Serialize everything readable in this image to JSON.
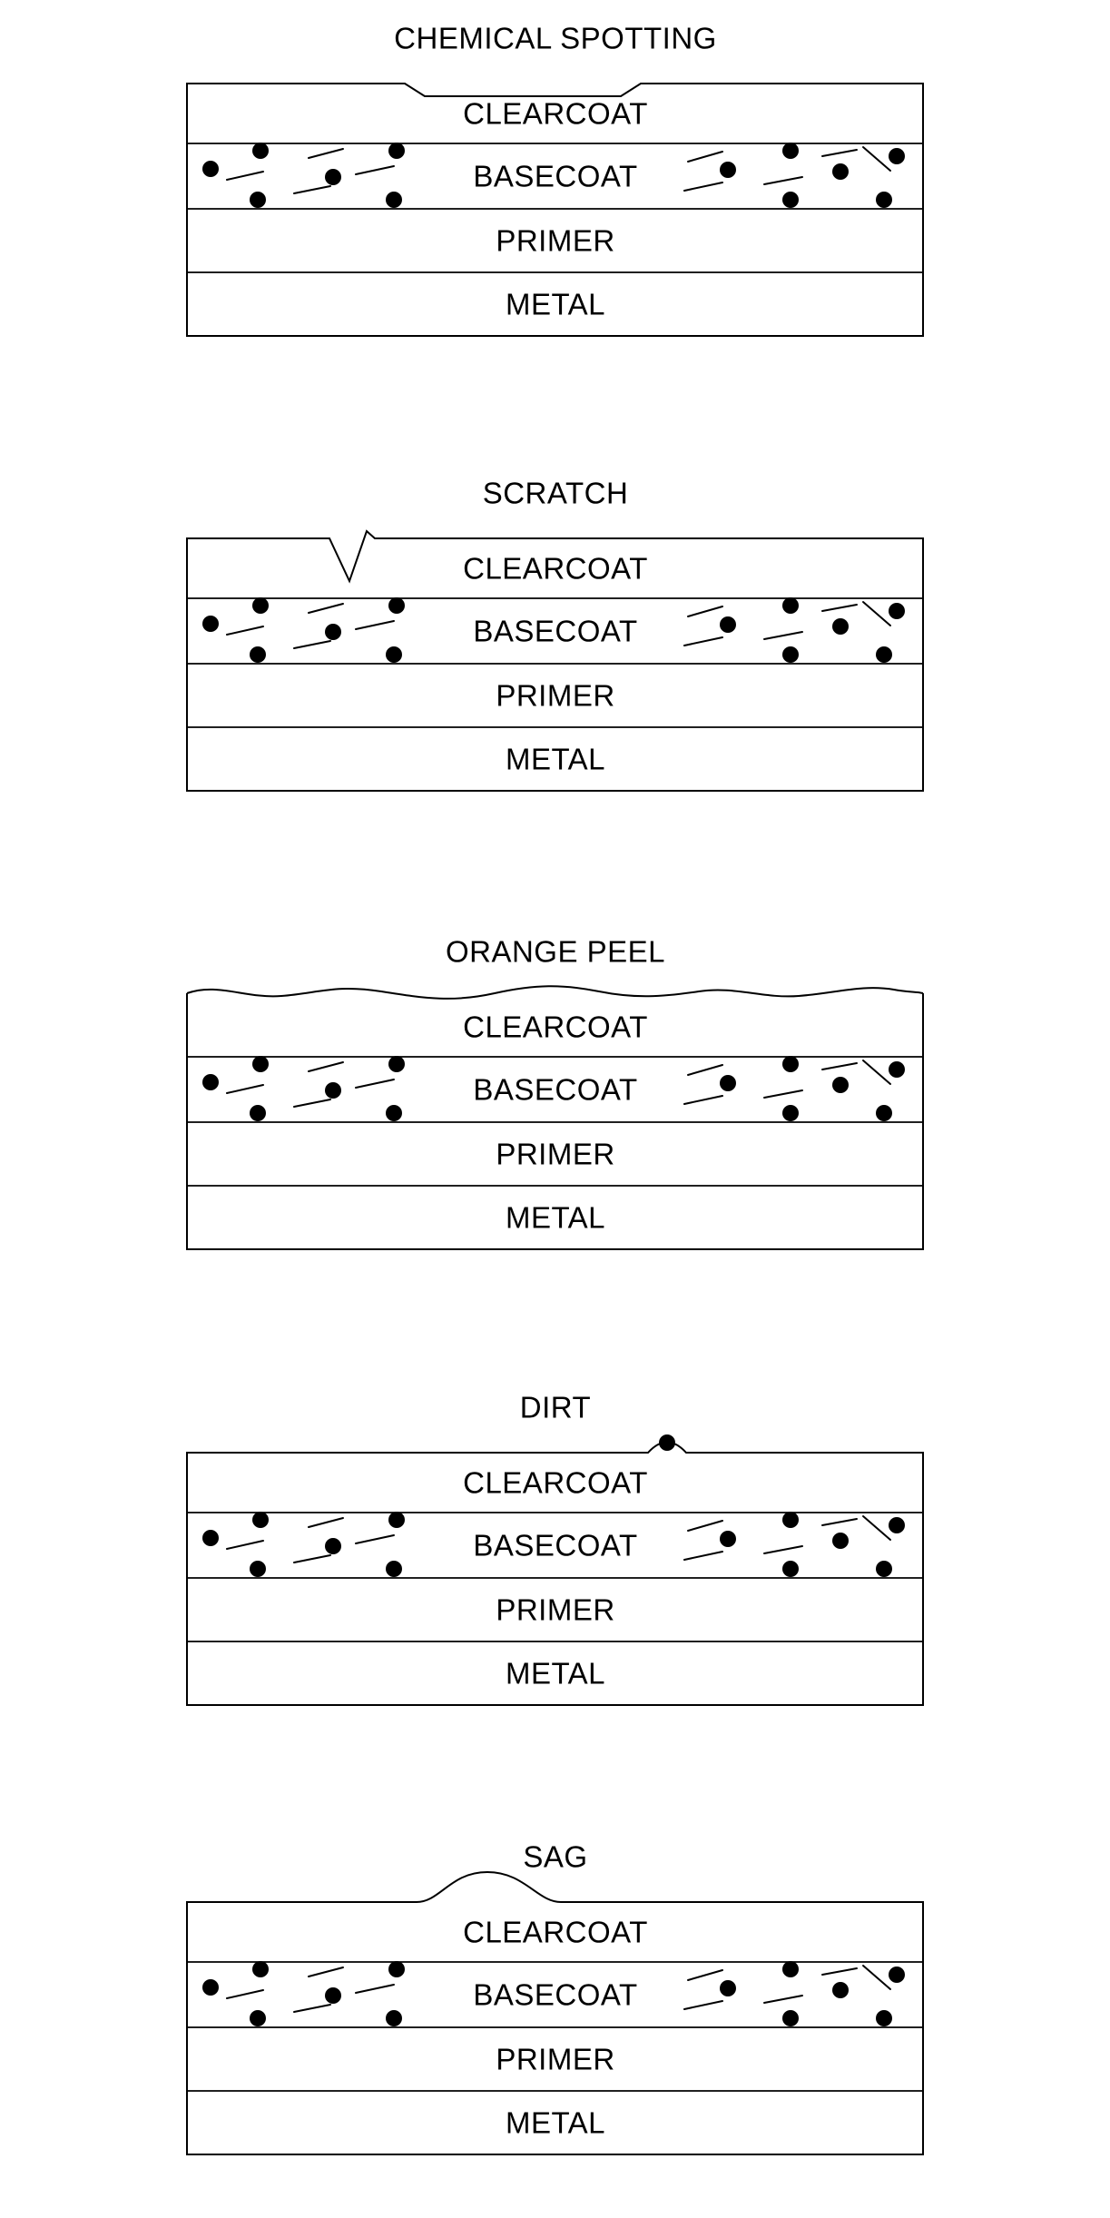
{
  "figure": {
    "panels": [
      {
        "title": "CHEMICAL SPOTTING",
        "layers": [
          "CLEARCOAT",
          "BASECOAT",
          "PRIMER",
          "METAL"
        ]
      },
      {
        "title": "SCRATCH",
        "layers": [
          "CLEARCOAT",
          "BASECOAT",
          "PRIMER",
          "METAL"
        ]
      },
      {
        "title": "ORANGE PEEL",
        "layers": [
          "CLEARCOAT",
          "BASECOAT",
          "PRIMER",
          "METAL"
        ]
      },
      {
        "title": "DIRT",
        "layers": [
          "CLEARCOAT",
          "BASECOAT",
          "PRIMER",
          "METAL"
        ]
      },
      {
        "title": "SAG",
        "layers": [
          "CLEARCOAT",
          "BASECOAT",
          "PRIMER",
          "METAL"
        ]
      }
    ],
    "colors": {
      "line": "#000000",
      "background": "#ffffff",
      "flake": "#000000"
    }
  }
}
